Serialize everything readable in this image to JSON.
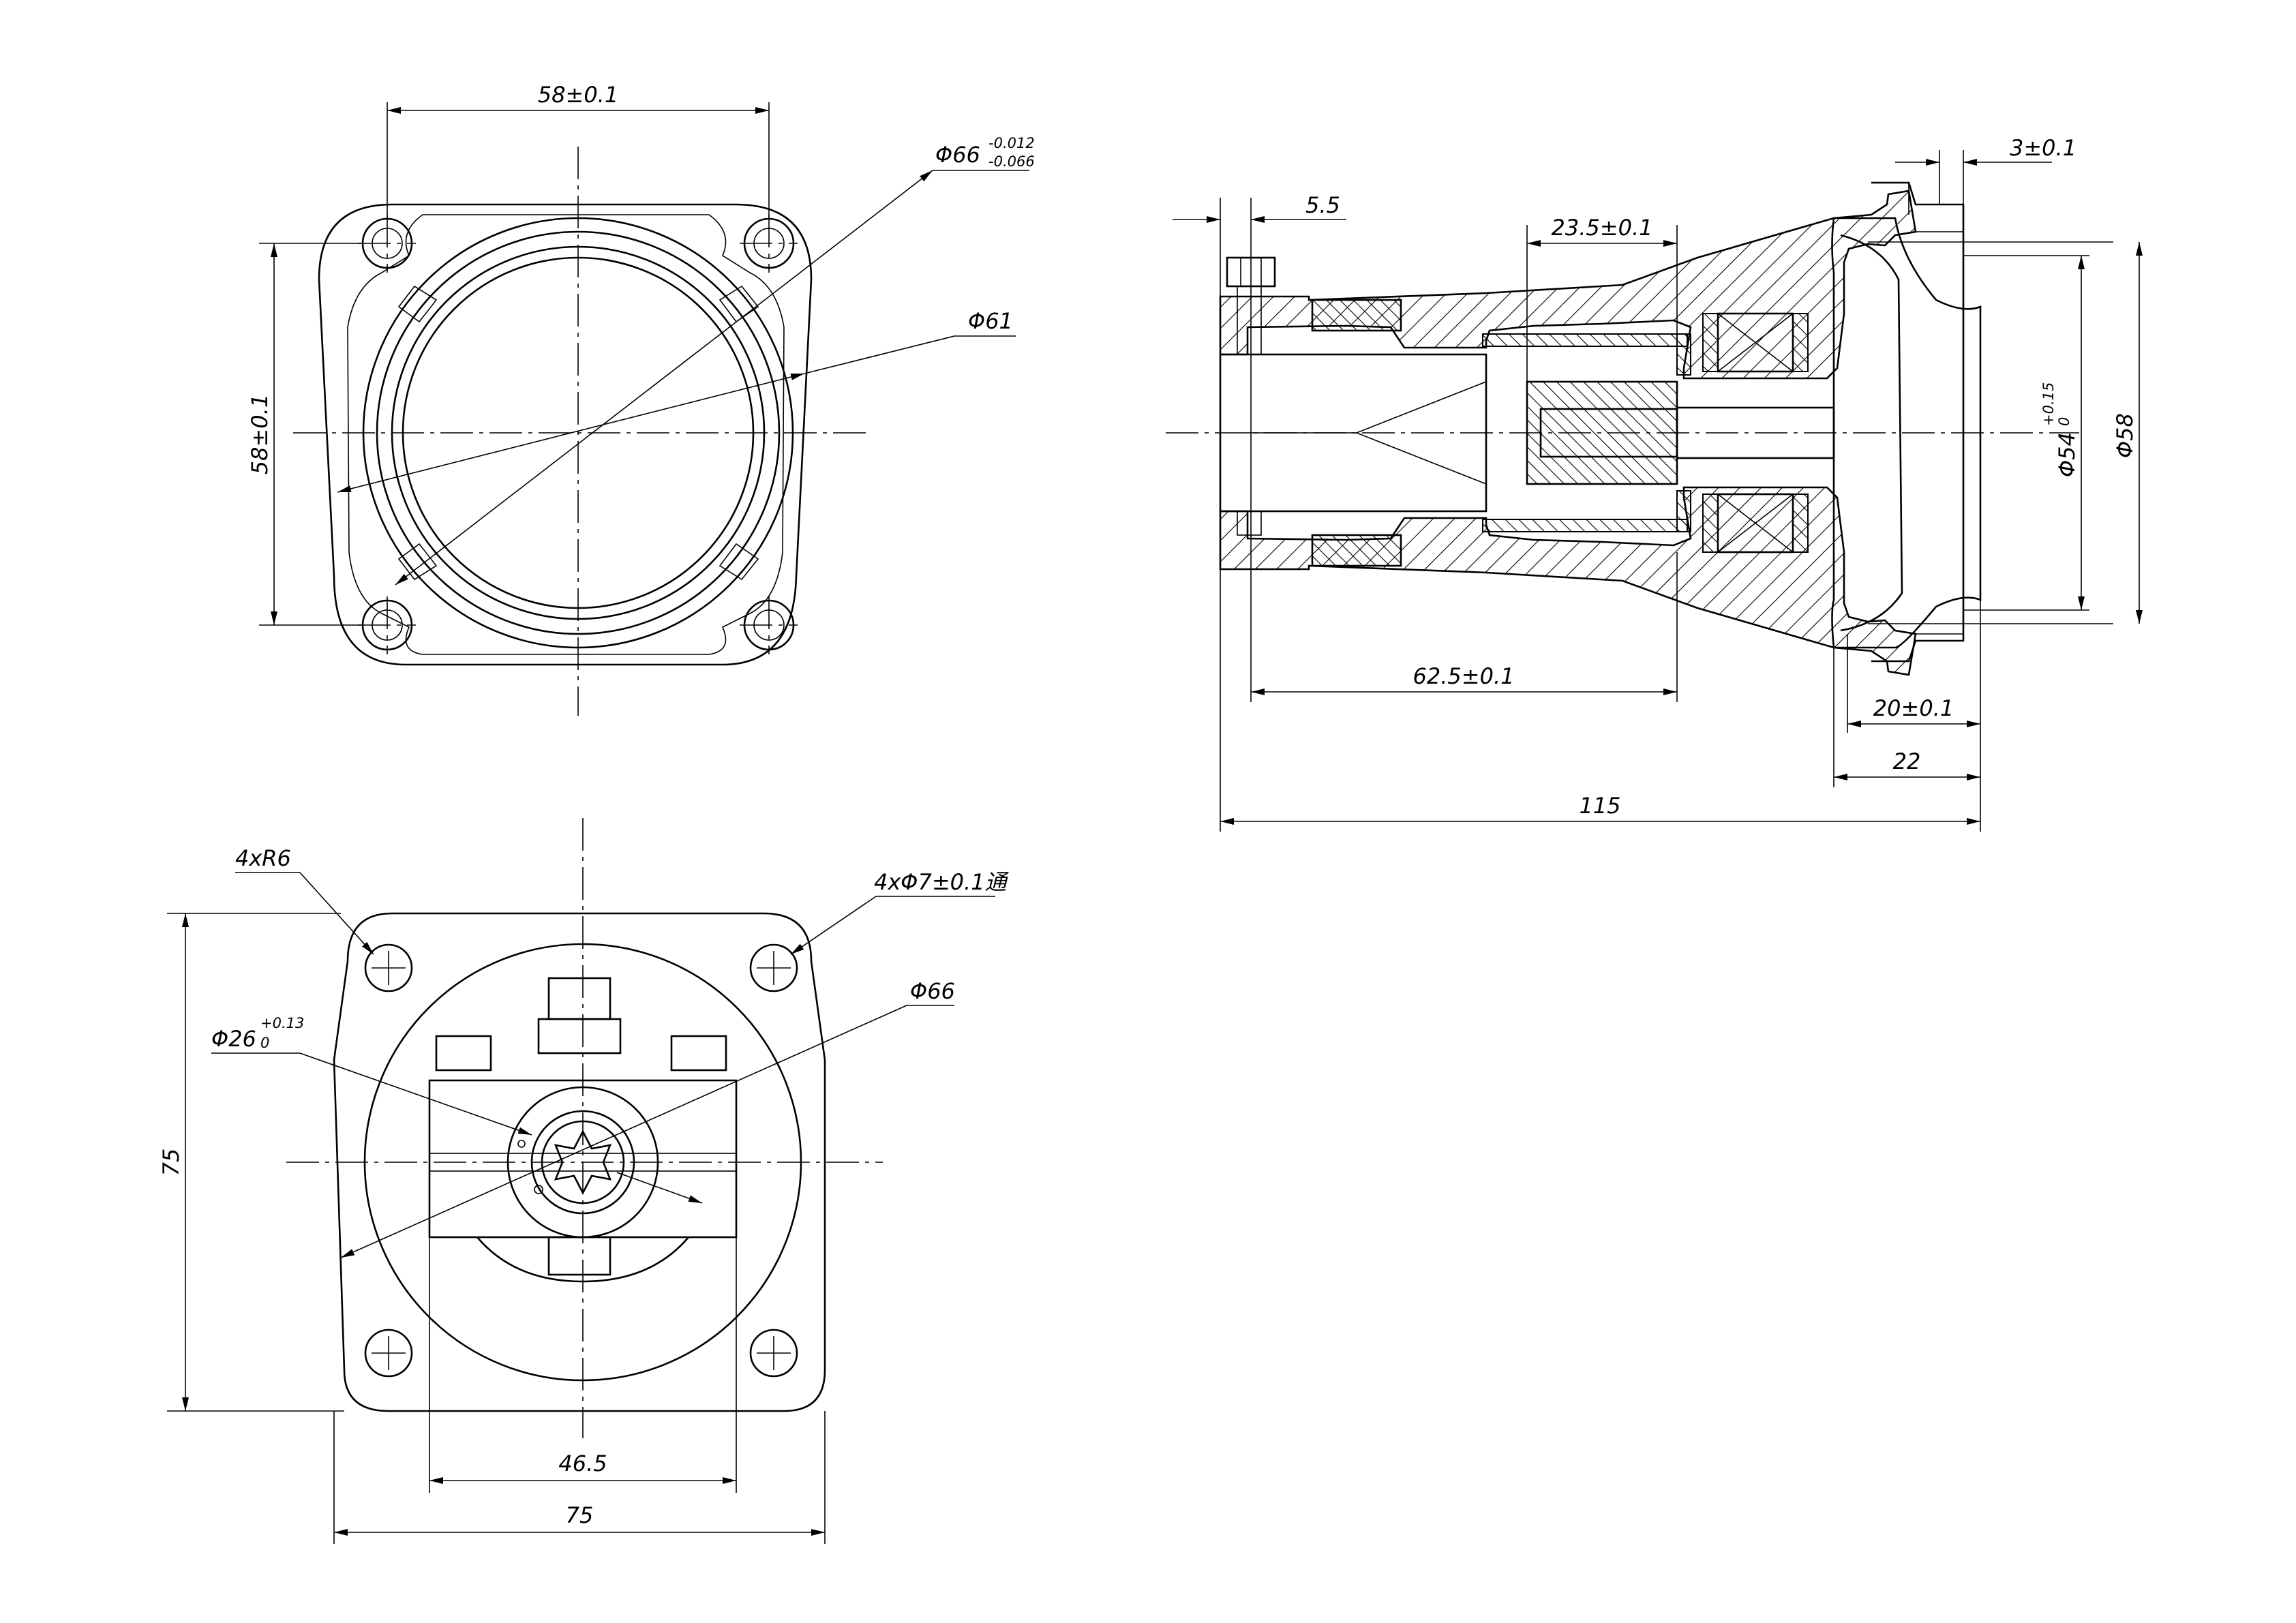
{
  "top_view": {
    "dim_width": "58±0.1",
    "dim_height": "58±0.1",
    "dim_dia66_base": "Φ66",
    "dim_dia66_upper": "-0.012",
    "dim_dia66_lower": "-0.066",
    "dim_dia61": "Φ61"
  },
  "section_view": {
    "dim_5_5": "5.5",
    "dim_23_5": "23.5±0.1",
    "dim_3": "3±0.1",
    "dim_dia54_base": "Φ54",
    "dim_dia54_upper": "+0.15",
    "dim_dia54_lower": "0",
    "dim_dia58": "Φ58",
    "dim_62_5": "62.5±0.1",
    "dim_20": "20±0.1",
    "dim_22": "22",
    "dim_115": "115"
  },
  "bottom_view": {
    "dim_radius": "4xR6",
    "dim_holes": "4xΦ7±0.1通",
    "dim_dia66": "Φ66",
    "dim_dia26_base": "Φ26",
    "dim_dia26_upper": "+0.13",
    "dim_dia26_lower": "0",
    "dim_height": "75",
    "dim_46_5": "46.5",
    "dim_width": "75"
  }
}
